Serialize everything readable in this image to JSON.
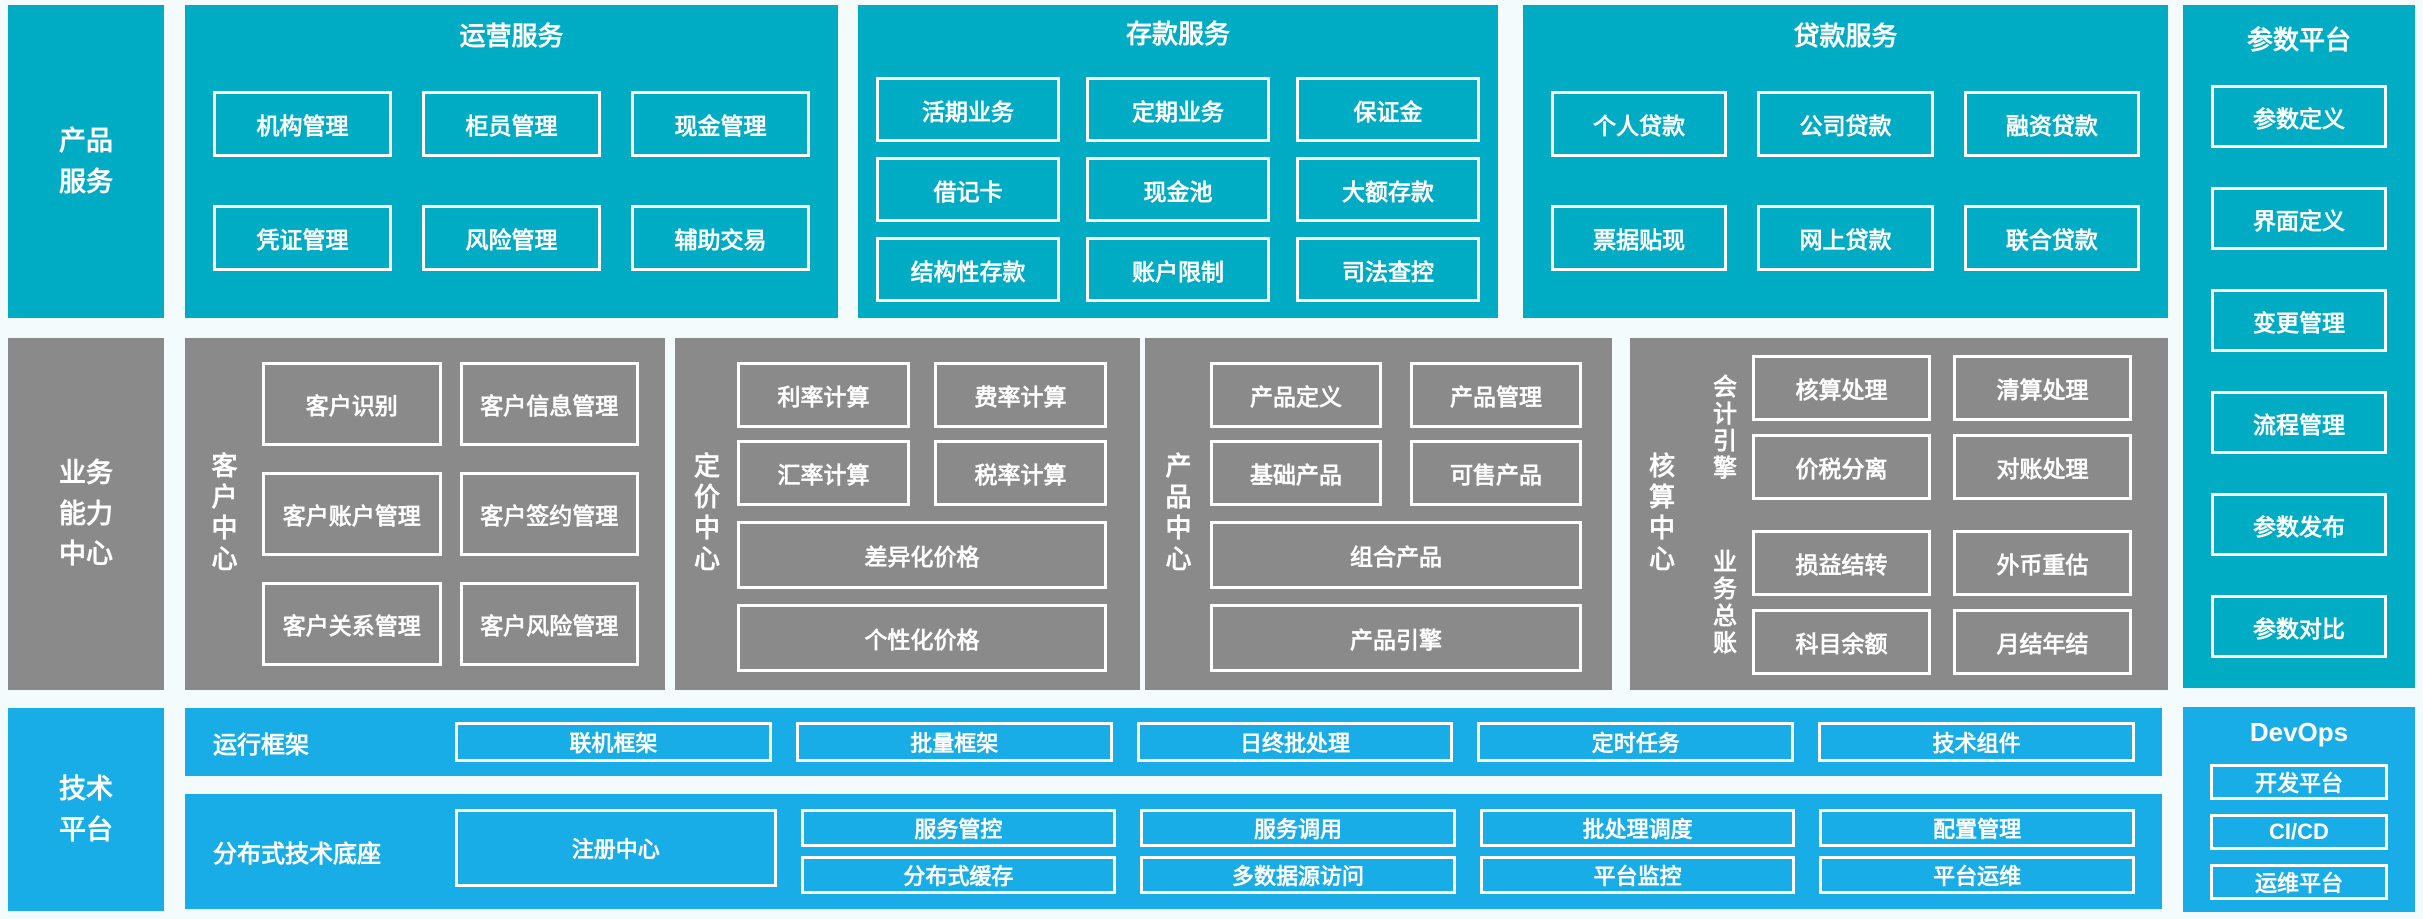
{
  "colors": {
    "teal": "#00abc4",
    "gray": "#8a8a8a",
    "blue": "#18ade6",
    "background": "#f3fbfd"
  },
  "rails": {
    "product": "产品服务",
    "business": "业务能力中心",
    "tech": "技术平台"
  },
  "operations": {
    "title": "运营服务",
    "items": [
      "机构管理",
      "柜员管理",
      "现金管理",
      "凭证管理",
      "风险管理",
      "辅助交易"
    ]
  },
  "deposit": {
    "title": "存款服务",
    "items": [
      "活期业务",
      "定期业务",
      "保证金",
      "借记卡",
      "现金池",
      "大额存款",
      "结构性存款",
      "账户限制",
      "司法查控"
    ]
  },
  "loan": {
    "title": "贷款服务",
    "items": [
      "个人贷款",
      "公司贷款",
      "融资贷款",
      "票据贴现",
      "网上贷款",
      "联合贷款"
    ]
  },
  "params": {
    "title": "参数平台",
    "items": [
      "参数定义",
      "界面定义",
      "变更管理",
      "流程管理",
      "参数发布",
      "参数对比"
    ]
  },
  "customer": {
    "label": "客户中心",
    "items": [
      "客户识别",
      "客户信息管理",
      "客户账户管理",
      "客户签约管理",
      "客户关系管理",
      "客户风险管理"
    ]
  },
  "pricing": {
    "label": "定价中心",
    "items": [
      "利率计算",
      "费率计算",
      "汇率计算",
      "税率计算"
    ],
    "wide": [
      "差异化价格",
      "个性化价格"
    ]
  },
  "product_center": {
    "label": "产品中心",
    "items": [
      "产品定义",
      "产品管理",
      "基础产品",
      "可售产品"
    ],
    "wide": [
      "组合产品",
      "产品引擎"
    ]
  },
  "accounting": {
    "label": "核算中心",
    "groups": [
      {
        "label": "会计引擎",
        "items": [
          "核算处理",
          "清算处理",
          "价税分离",
          "对账处理"
        ]
      },
      {
        "label": "业务总账",
        "items": [
          "损益结转",
          "外币重估",
          "科目余额",
          "月结年结"
        ]
      }
    ]
  },
  "runtime": {
    "label": "运行框架",
    "items": [
      "联机框架",
      "批量框架",
      "日终批处理",
      "定时任务",
      "技术组件"
    ]
  },
  "distributed": {
    "label": "分布式技术底座",
    "registry": "注册中心",
    "cols": [
      [
        "服务管控",
        "分布式缓存"
      ],
      [
        "服务调用",
        "多数据源访问"
      ],
      [
        "批处理调度",
        "平台监控"
      ],
      [
        "配置管理",
        "平台运维"
      ]
    ]
  },
  "devops": {
    "title": "DevOps",
    "items": [
      "开发平台",
      "CI/CD",
      "运维平台"
    ]
  }
}
